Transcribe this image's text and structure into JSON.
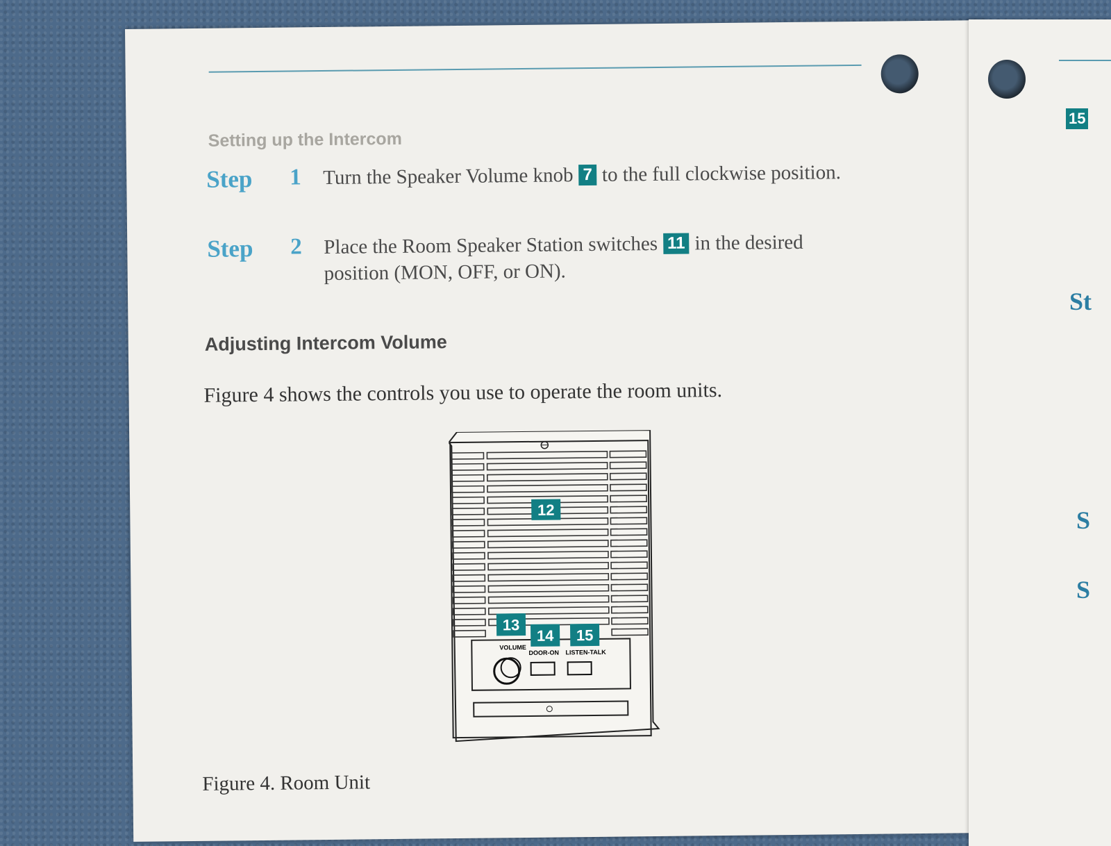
{
  "section_heading": "Setting up the Intercom",
  "steps": [
    {
      "label": "Step",
      "number": "1",
      "text_before": "Turn the Speaker Volume knob",
      "badge": "7",
      "text_after": "to the full clockwise position."
    },
    {
      "label": "Step",
      "number": "2",
      "text_before": "Place the Room Speaker Station switches",
      "badge": "11",
      "text_after": "in the desired position (MON, OFF, or ON)."
    }
  ],
  "subheading": "Adjusting Intercom Volume",
  "paragraph": "Figure 4 shows the controls you use to operate the room units.",
  "figure": {
    "callouts": [
      "12",
      "13",
      "14",
      "15"
    ],
    "labels": {
      "volume": "VOLUME",
      "door_on": "DOOR-ON",
      "listen_talk": "LISTEN-TALK"
    }
  },
  "caption": "Figure 4.  Room Unit",
  "right_page": {
    "badge": "15",
    "letters": [
      "St",
      "S",
      "S"
    ]
  },
  "colors": {
    "accent_teal": "#127f84",
    "step_blue": "#4aa3c8",
    "paper": "#f1f0ec"
  }
}
